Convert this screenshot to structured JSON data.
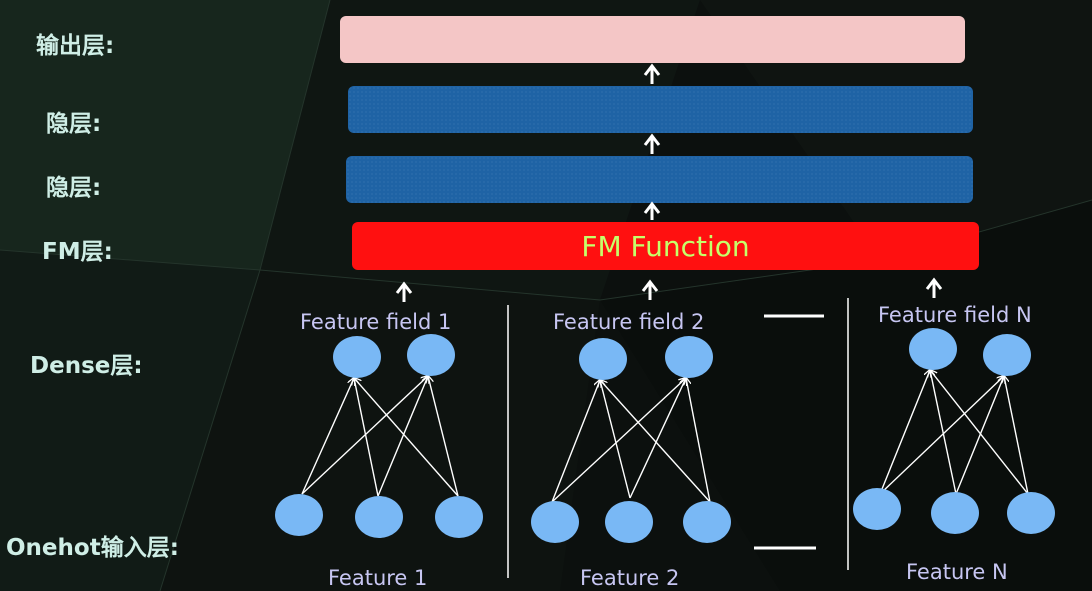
{
  "layers": {
    "output": "输出层:",
    "hidden1": "隐层:",
    "hidden2": "隐层:",
    "fm": "FM层:",
    "dense": "Dense层:",
    "onehot": "Onehot输入层:"
  },
  "fm_bar_text": "FM Function",
  "fields": [
    {
      "title": "Feature field 1",
      "feature": "Feature 1"
    },
    {
      "title": "Feature field 2",
      "feature": "Feature 2"
    },
    {
      "title": "Feature field N",
      "feature": "Feature N"
    }
  ],
  "footnote": "",
  "colors": {
    "output_bar": "#f4c6c6",
    "hidden_bar": "#1f63a5",
    "fm_bar": "#ff1010",
    "fm_text": "#c6ff6a",
    "node": "#79b8f5",
    "label_text": "#cfeee6",
    "field_text": "#c7c6f2"
  }
}
